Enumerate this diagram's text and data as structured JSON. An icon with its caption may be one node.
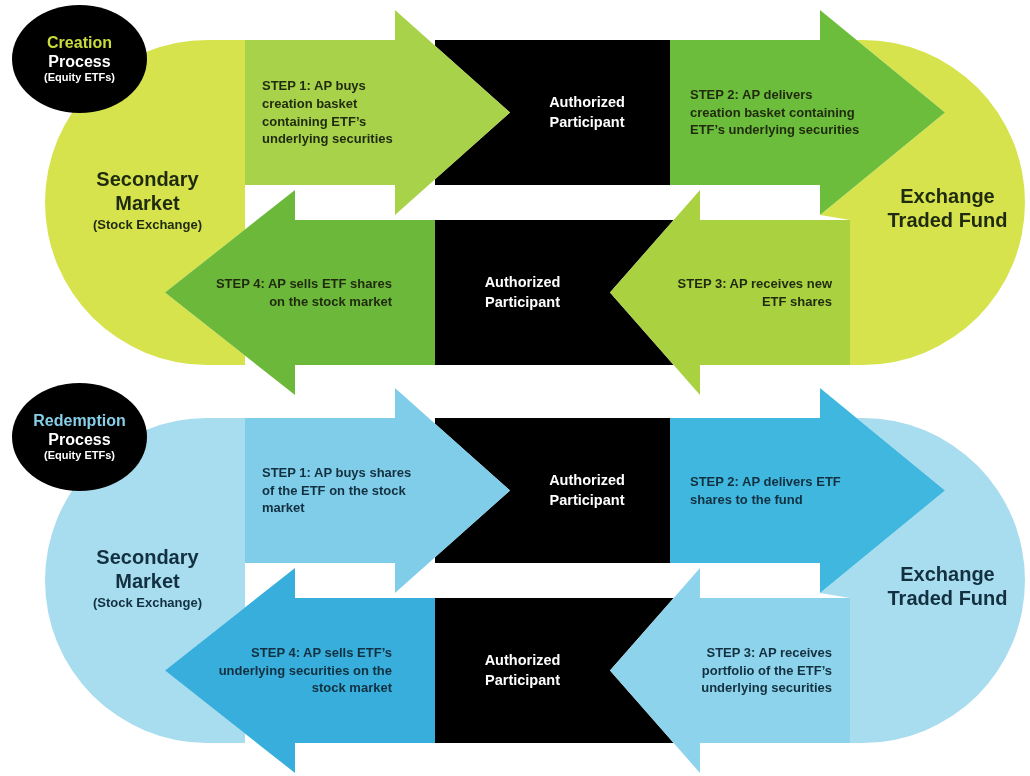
{
  "diagram": {
    "nodes": [
      {
        "text": [
          "Creation",
          "Process",
          "(Equity ETFs)"
        ]
      },
      {
        "text": [
          "Secondary Market",
          "(Stock Exchange)"
        ]
      },
      {
        "text": [
          "Authorized Participant"
        ]
      },
      {
        "text": [
          "Exchange Traded Fund"
        ]
      },
      {
        "text": [
          "Authorized Participant"
        ]
      },
      {
        "text": [
          "Redemption",
          "Process",
          "(Equity ETFs)"
        ]
      },
      {
        "text": [
          "Secondary Market",
          "(Stock Exchange)"
        ]
      },
      {
        "text": [
          "Authorized Participant"
        ]
      },
      {
        "text": [
          "Exchange Traded Fund"
        ]
      },
      {
        "text": [
          "Authorized Participant"
        ]
      }
    ],
    "edges": [
      {
        "from": 1,
        "to": 2,
        "arrow": "to",
        "label": "STEP 1: AP buys creation basket containing ETF’s underlying securities",
        "color": "#a8d24a"
      },
      {
        "from": 2,
        "to": 3,
        "arrow": "to",
        "label": "STEP 2: AP delivers creation basket containing ETF’s underlying securities",
        "color": "#6dbd3d"
      },
      {
        "from": 3,
        "to": 4,
        "arrow": "to",
        "label": "STEP 3: AP receives new ETF shares",
        "color": "#a9d140"
      },
      {
        "from": 4,
        "to": 1,
        "arrow": "to",
        "label": "STEP 4: AP sells ETF shares on the stock market",
        "color": "#6cb83b"
      },
      {
        "from": 6,
        "to": 7,
        "arrow": "to",
        "label": "STEP 1: AP buys shares of the ETF on the stock market",
        "color": "#80cdea"
      },
      {
        "from": 7,
        "to": 8,
        "arrow": "to",
        "label": "STEP 2: AP delivers ETF shares to the fund",
        "color": "#3fb7df"
      },
      {
        "from": 8,
        "to": 9,
        "arrow": "to",
        "label": "STEP 3: AP receives portfolio of the ETF’s underlying securities",
        "color": "#8ed3ec"
      },
      {
        "from": 9,
        "to": 6,
        "arrow": "to",
        "label": "STEP 4: AP sells ETF’s underlying securities on the stock market",
        "color": "#37aedb"
      }
    ]
  }
}
